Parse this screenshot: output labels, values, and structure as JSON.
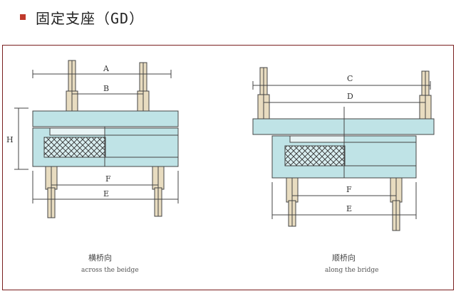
{
  "header": {
    "title": "固定支座（GD）"
  },
  "left_view": {
    "labels": {
      "a": "A",
      "b": "B",
      "f": "F",
      "e": "E",
      "h": "H"
    },
    "caption_cn": "横桥向",
    "caption_en": "across the beidge"
  },
  "right_view": {
    "labels": {
      "c": "C",
      "d": "D",
      "f": "F",
      "e": "E"
    },
    "caption_cn": "顺桥向",
    "caption_en": "along the bridge"
  },
  "colors": {
    "plate": "#bfe3e6",
    "line": "#444444",
    "bolt": "#e8dcc0",
    "frame": "#7a1f1f",
    "bullet": "#c0392b"
  }
}
